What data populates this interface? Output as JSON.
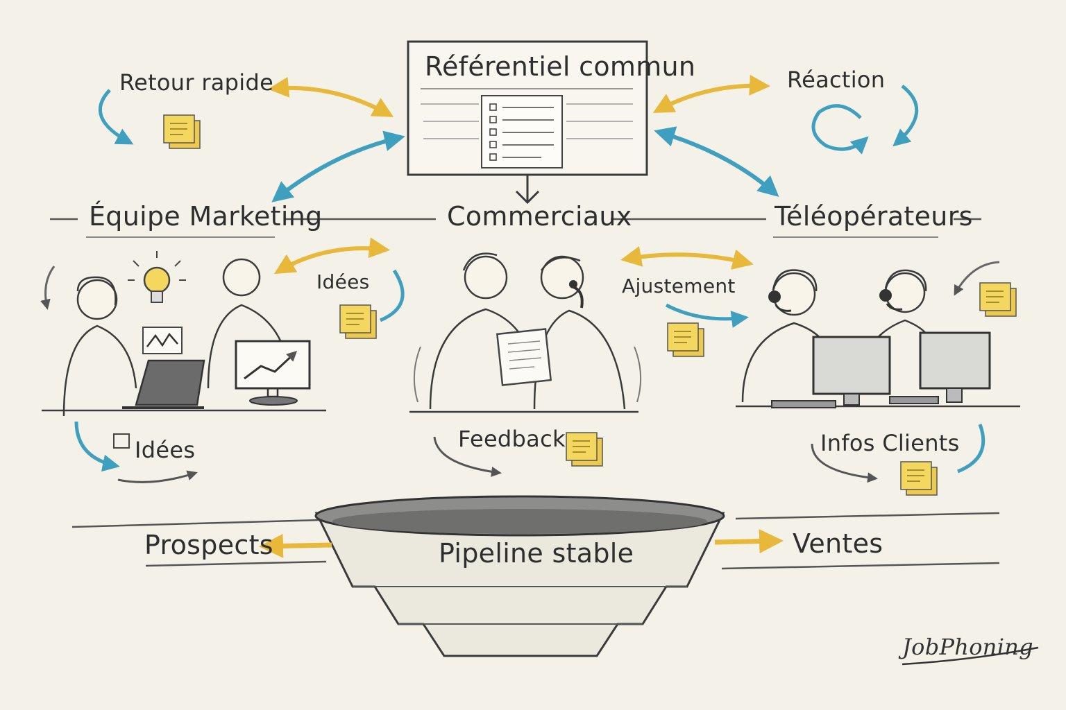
{
  "diagram": {
    "central_board": {
      "title": "Référentiel commun"
    },
    "teams": {
      "marketing": "Équipe Marketing",
      "sales": "Commerciaux",
      "telemarketing": "Téléopérateurs"
    },
    "labels": {
      "quick_feedback": "Retour rapide",
      "reaction": "Réaction",
      "ideas_top": "Idées",
      "adjustment": "Ajustement",
      "ideas_bottom": "Idées",
      "feedback": "Feedback",
      "customer_info": "Infos Clients"
    },
    "funnel": {
      "center": "Pipeline stable",
      "left": "Prospects",
      "right": "Ventes"
    },
    "brand": "JobPhoning"
  },
  "colors": {
    "paper": "#f4f1e8",
    "ink": "#3a3a3a",
    "yellow_arrow": "#e8b83a",
    "blue_arrow": "#3f9fbf",
    "sticky_note": "#f1d35a"
  },
  "icons": [
    "checklist-icon",
    "sticky-note-icon",
    "lightbulb-icon",
    "laptop-icon",
    "monitor-chart-icon",
    "headset-icon",
    "cycle-arrows-icon",
    "funnel-icon"
  ]
}
